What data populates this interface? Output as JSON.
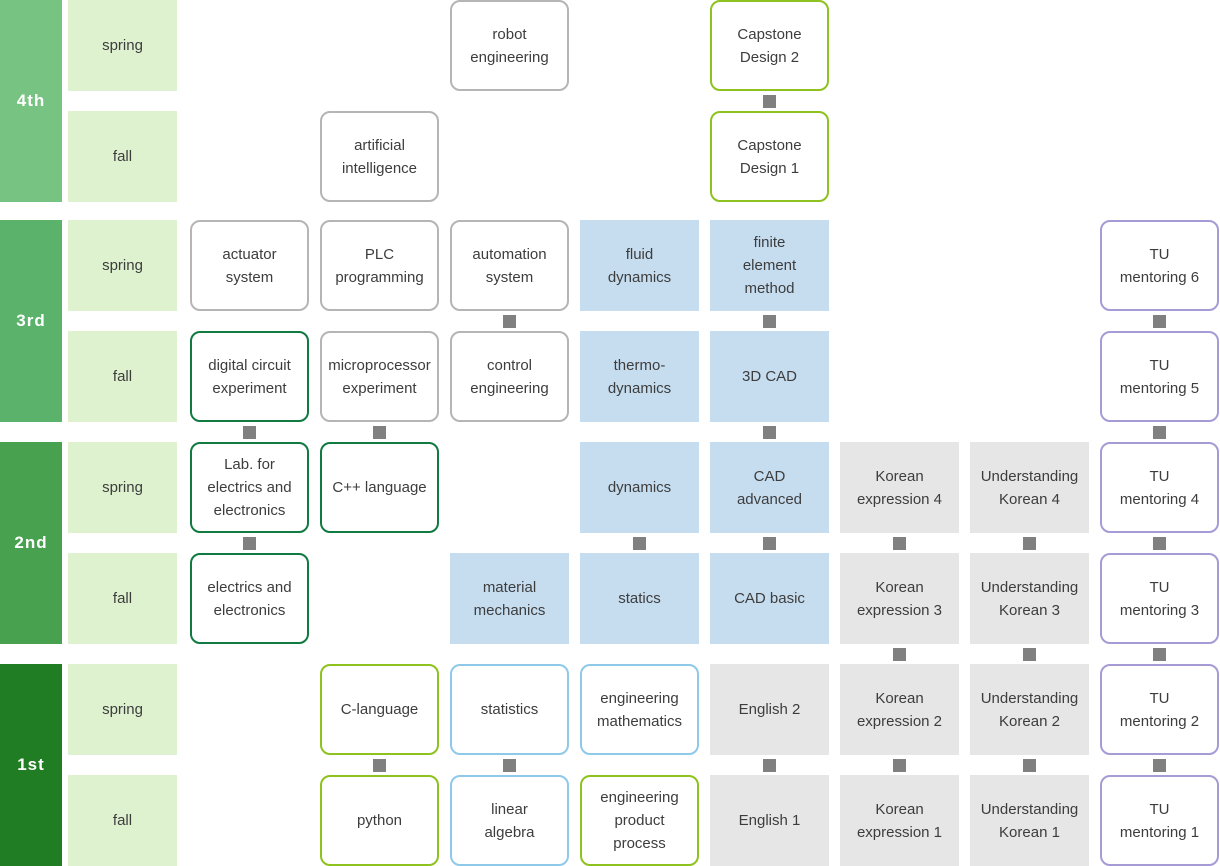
{
  "years": [
    {
      "label": "4th",
      "color": "#76c382"
    },
    {
      "label": "3rd",
      "color": "#5bb36b"
    },
    {
      "label": "2nd",
      "color": "#48a14e"
    },
    {
      "label": "1st",
      "color": "#217d24"
    }
  ],
  "rows": [
    {
      "year_index": 0,
      "semester": "spring"
    },
    {
      "year_index": 0,
      "semester": "fall"
    },
    {
      "year_index": 1,
      "semester": "spring"
    },
    {
      "year_index": 1,
      "semester": "fall"
    },
    {
      "year_index": 2,
      "semester": "spring"
    },
    {
      "year_index": 2,
      "semester": "fall"
    },
    {
      "year_index": 3,
      "semester": "spring"
    },
    {
      "year_index": 3,
      "semester": "fall"
    }
  ],
  "palette": {
    "semester_cell_bg": "#def2cf",
    "text": "#3d3d3d",
    "year_text": "#ffffff",
    "connector": "#808080"
  },
  "card_styles": {
    "gray-border": {
      "bg": "#ffffff",
      "border": "#b5b5b5",
      "rounded": true
    },
    "green-border": {
      "bg": "#ffffff",
      "border": "#107a41",
      "rounded": true
    },
    "lime-border": {
      "bg": "#ffffff",
      "border": "#8dc21f",
      "rounded": true
    },
    "skyblue-border": {
      "bg": "#ffffff",
      "border": "#8fc9ea",
      "rounded": true
    },
    "purple-border": {
      "bg": "#ffffff",
      "border": "#a79bd6",
      "rounded": true
    },
    "blue-fill": {
      "bg": "#c6ddf0",
      "border": null,
      "rounded": false
    },
    "gray-fill": {
      "bg": "#e6e6e6",
      "border": null,
      "rounded": false
    }
  },
  "cards": [
    {
      "row": 0,
      "col": 4,
      "style": "gray-border",
      "label": "robot engineering",
      "lines": [
        "robot",
        "engineering"
      ]
    },
    {
      "row": 0,
      "col": 6,
      "style": "lime-border",
      "label": "Capstone Design 2",
      "lines": [
        "Capstone",
        "Design 2"
      ]
    },
    {
      "row": 1,
      "col": 3,
      "style": "gray-border",
      "label": "artificial intelligence",
      "lines": [
        "artificial",
        "intelligence"
      ]
    },
    {
      "row": 1,
      "col": 6,
      "style": "lime-border",
      "label": "Capstone Design 1",
      "lines": [
        "Capstone",
        "Design 1"
      ]
    },
    {
      "row": 2,
      "col": 2,
      "style": "gray-border",
      "label": "actuator system",
      "lines": [
        "actuator",
        "system"
      ]
    },
    {
      "row": 2,
      "col": 3,
      "style": "gray-border",
      "label": "PLC programming",
      "lines": [
        "PLC",
        "programming"
      ]
    },
    {
      "row": 2,
      "col": 4,
      "style": "gray-border",
      "label": "automation system",
      "lines": [
        "automation",
        "system"
      ]
    },
    {
      "row": 2,
      "col": 5,
      "style": "blue-fill",
      "label": "fluid dynamics",
      "lines": [
        "fluid",
        "dynamics"
      ]
    },
    {
      "row": 2,
      "col": 6,
      "style": "blue-fill",
      "label": "finite element method",
      "lines": [
        "finite",
        "element",
        "method"
      ]
    },
    {
      "row": 2,
      "col": 9,
      "style": "purple-border",
      "label": "TU mentoring 6",
      "lines": [
        "TU",
        "mentoring 6"
      ]
    },
    {
      "row": 3,
      "col": 2,
      "style": "green-border",
      "label": "digital circuit experiment",
      "lines": [
        "digital circuit",
        "experiment"
      ]
    },
    {
      "row": 3,
      "col": 3,
      "style": "gray-border",
      "label": "microprocessor experiment",
      "lines": [
        "microprocessor",
        "experiment"
      ]
    },
    {
      "row": 3,
      "col": 4,
      "style": "gray-border",
      "label": "control engineering",
      "lines": [
        "control",
        "engineering"
      ]
    },
    {
      "row": 3,
      "col": 5,
      "style": "blue-fill",
      "label": "thermo-dynamics",
      "lines": [
        "thermo-",
        "dynamics"
      ]
    },
    {
      "row": 3,
      "col": 6,
      "style": "blue-fill",
      "label": "3D CAD",
      "lines": [
        "3D CAD"
      ]
    },
    {
      "row": 3,
      "col": 9,
      "style": "purple-border",
      "label": "TU mentoring 5",
      "lines": [
        "TU",
        "mentoring 5"
      ]
    },
    {
      "row": 4,
      "col": 2,
      "style": "green-border",
      "label": "Lab. for electrics and electronics",
      "lines": [
        "Lab. for",
        "electrics and",
        "electronics"
      ]
    },
    {
      "row": 4,
      "col": 3,
      "style": "green-border",
      "label": "C++ language",
      "lines": [
        "C++ language"
      ]
    },
    {
      "row": 4,
      "col": 5,
      "style": "blue-fill",
      "label": "dynamics",
      "lines": [
        "dynamics"
      ]
    },
    {
      "row": 4,
      "col": 6,
      "style": "blue-fill",
      "label": "CAD advanced",
      "lines": [
        "CAD",
        "advanced"
      ]
    },
    {
      "row": 4,
      "col": 7,
      "style": "gray-fill",
      "label": "Korean expression 4",
      "lines": [
        "Korean",
        "expression 4"
      ]
    },
    {
      "row": 4,
      "col": 8,
      "style": "gray-fill",
      "label": "Understanding Korean 4",
      "lines": [
        "Understanding",
        "Korean 4"
      ]
    },
    {
      "row": 4,
      "col": 9,
      "style": "purple-border",
      "label": "TU mentoring 4",
      "lines": [
        "TU",
        "mentoring 4"
      ]
    },
    {
      "row": 5,
      "col": 2,
      "style": "green-border",
      "label": "electrics and electronics",
      "lines": [
        "electrics and",
        "electronics"
      ]
    },
    {
      "row": 5,
      "col": 4,
      "style": "blue-fill",
      "label": "material mechanics",
      "lines": [
        "material",
        "mechanics"
      ]
    },
    {
      "row": 5,
      "col": 5,
      "style": "blue-fill",
      "label": "statics",
      "lines": [
        "statics"
      ]
    },
    {
      "row": 5,
      "col": 6,
      "style": "blue-fill",
      "label": "CAD basic",
      "lines": [
        "CAD basic"
      ]
    },
    {
      "row": 5,
      "col": 7,
      "style": "gray-fill",
      "label": "Korean expression 3",
      "lines": [
        "Korean",
        "expression 3"
      ]
    },
    {
      "row": 5,
      "col": 8,
      "style": "gray-fill",
      "label": "Understanding Korean 3",
      "lines": [
        "Understanding",
        "Korean 3"
      ]
    },
    {
      "row": 5,
      "col": 9,
      "style": "purple-border",
      "label": "TU mentoring 3",
      "lines": [
        "TU",
        "mentoring 3"
      ]
    },
    {
      "row": 6,
      "col": 3,
      "style": "lime-border",
      "label": "C-language",
      "lines": [
        "C-language"
      ]
    },
    {
      "row": 6,
      "col": 4,
      "style": "skyblue-border",
      "label": "statistics",
      "lines": [
        "statistics"
      ]
    },
    {
      "row": 6,
      "col": 5,
      "style": "skyblue-border",
      "label": "engineering mathematics",
      "lines": [
        "engineering",
        "mathematics"
      ]
    },
    {
      "row": 6,
      "col": 6,
      "style": "gray-fill",
      "label": "English 2",
      "lines": [
        "English 2"
      ]
    },
    {
      "row": 6,
      "col": 7,
      "style": "gray-fill",
      "label": "Korean expression 2",
      "lines": [
        "Korean",
        "expression 2"
      ]
    },
    {
      "row": 6,
      "col": 8,
      "style": "gray-fill",
      "label": "Understanding Korean 2",
      "lines": [
        "Understanding",
        "Korean 2"
      ]
    },
    {
      "row": 6,
      "col": 9,
      "style": "purple-border",
      "label": "TU mentoring 2",
      "lines": [
        "TU",
        "mentoring 2"
      ]
    },
    {
      "row": 7,
      "col": 3,
      "style": "lime-border",
      "label": "python",
      "lines": [
        "python"
      ]
    },
    {
      "row": 7,
      "col": 4,
      "style": "skyblue-border",
      "label": "linear algebra",
      "lines": [
        "linear",
        "algebra"
      ]
    },
    {
      "row": 7,
      "col": 5,
      "style": "lime-border",
      "label": "engineering product process",
      "lines": [
        "engineering",
        "product",
        "process"
      ]
    },
    {
      "row": 7,
      "col": 6,
      "style": "gray-fill",
      "label": "English 1",
      "lines": [
        "English 1"
      ]
    },
    {
      "row": 7,
      "col": 7,
      "style": "gray-fill",
      "label": "Korean expression 1",
      "lines": [
        "Korean",
        "expression 1"
      ]
    },
    {
      "row": 7,
      "col": 8,
      "style": "gray-fill",
      "label": "Understanding Korean 1",
      "lines": [
        "Understanding",
        "Korean 1"
      ]
    },
    {
      "row": 7,
      "col": 9,
      "style": "purple-border",
      "label": "TU mentoring 1",
      "lines": [
        "TU",
        "mentoring 1"
      ]
    }
  ],
  "connectors": [
    {
      "row": 0,
      "col": 6
    },
    {
      "row": 2,
      "col": 4
    },
    {
      "row": 2,
      "col": 6
    },
    {
      "row": 2,
      "col": 9
    },
    {
      "row": 3,
      "col": 2
    },
    {
      "row": 3,
      "col": 3
    },
    {
      "row": 3,
      "col": 6
    },
    {
      "row": 3,
      "col": 9
    },
    {
      "row": 4,
      "col": 2
    },
    {
      "row": 4,
      "col": 5
    },
    {
      "row": 4,
      "col": 6
    },
    {
      "row": 4,
      "col": 7
    },
    {
      "row": 4,
      "col": 8
    },
    {
      "row": 4,
      "col": 9
    },
    {
      "row": 5,
      "col": 7
    },
    {
      "row": 5,
      "col": 8
    },
    {
      "row": 5,
      "col": 9
    },
    {
      "row": 6,
      "col": 3
    },
    {
      "row": 6,
      "col": 4
    },
    {
      "row": 6,
      "col": 6
    },
    {
      "row": 6,
      "col": 7
    },
    {
      "row": 6,
      "col": 8
    },
    {
      "row": 6,
      "col": 9
    }
  ]
}
